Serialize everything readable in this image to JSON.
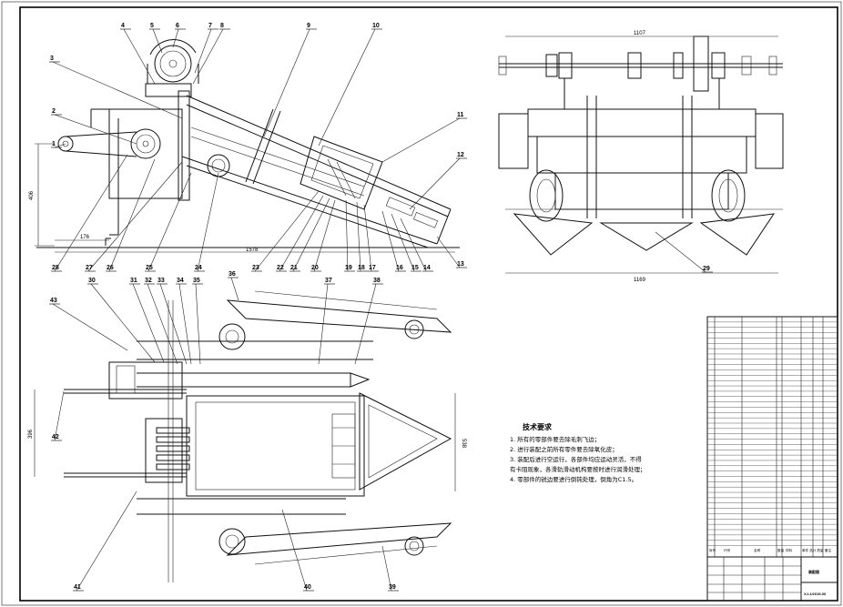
{
  "sheet": {
    "drawing_name": "装配图",
    "drawing_number": "XJ-1/2015-00"
  },
  "tech_requirements": {
    "title": "技术要求",
    "items": [
      "1. 所有的零部件要去除毛刺飞边；",
      "2. 进行装配之前所有零件要去除氧化皮；",
      "3. 装配后进行空运行，各部件均应运动灵活，不得",
      "有卡阻现象，各滑轨滑动机构要按时进行润滑处理；",
      "4. 零部件的锐边要进行倒钝处理，倒角为C1.5。"
    ]
  },
  "callouts": {
    "n1": "1",
    "n2": "2",
    "n3": "3",
    "n4": "4",
    "n5": "5",
    "n6": "6",
    "n7": "7",
    "n8": "8",
    "n9": "9",
    "n10": "10",
    "n11": "11",
    "n12": "12",
    "n13": "13",
    "n14": "14",
    "n15": "15",
    "n16": "16",
    "n17": "17",
    "n18": "18",
    "n19": "19",
    "n20": "20",
    "n21": "21",
    "n22": "22",
    "n23": "23",
    "n24": "24",
    "n25": "25",
    "n26": "26",
    "n27": "27",
    "n28": "28",
    "n29": "29",
    "n30": "30",
    "n31": "31",
    "n32": "32",
    "n33": "33",
    "n34": "34",
    "n35": "35",
    "n36": "36",
    "n37": "37",
    "n38": "38",
    "n39": "39",
    "n40": "40",
    "n41": "41",
    "n42": "42",
    "n43": "43"
  },
  "dimensions": {
    "d406": "406",
    "d176": "176",
    "d1578": "1578",
    "d1107": "1107",
    "d1169": "1169",
    "d396": "396",
    "d538": "538"
  },
  "bom_labels": {
    "seq": "序号",
    "code": "代号",
    "name": "名称",
    "qty": "数量",
    "material": "材料",
    "mass": "单件 总计 质量",
    "remark": "备注"
  },
  "colors": {
    "line": "#111111",
    "background": "#ffffff"
  }
}
